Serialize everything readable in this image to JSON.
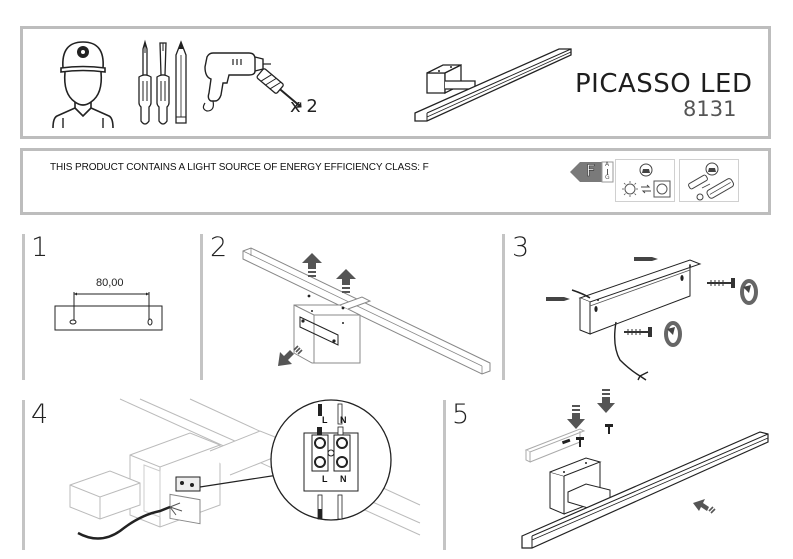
{
  "header": {
    "product_name": "PICASSO LED",
    "product_code": "8131",
    "tools": [
      {
        "icon": "installer-helmet-icon"
      },
      {
        "icon": "phillips-screwdriver-icon"
      },
      {
        "icon": "flat-screwdriver-icon"
      },
      {
        "icon": "pencil-icon"
      },
      {
        "icon": "drill-icon"
      },
      {
        "icon": "wall-plug-screw-icon",
        "quantity_label": "x 2"
      }
    ]
  },
  "energy": {
    "statement": "THIS PRODUCT CONTAINS A LIGHT SOURCE OF ENERGY EFFICIENCY CLASS: F",
    "class": "F",
    "scale_top": "A",
    "scale_bottom": "G",
    "icons": [
      "led-replaceable-by-professional-icon",
      "control-gear-replaceable-by-professional-icon"
    ]
  },
  "steps": [
    {
      "number": "1",
      "dimension": "80,00",
      "description": "drill-hole-spacing"
    },
    {
      "number": "2",
      "description": "remove-mounting-plate"
    },
    {
      "number": "3",
      "description": "fix-plate-to-wall"
    },
    {
      "number": "4",
      "description": "connect-wires",
      "terminal_labels": {
        "live": "L",
        "neutral": "N"
      }
    },
    {
      "number": "5",
      "description": "attach-lamp-and-screw"
    }
  ]
}
